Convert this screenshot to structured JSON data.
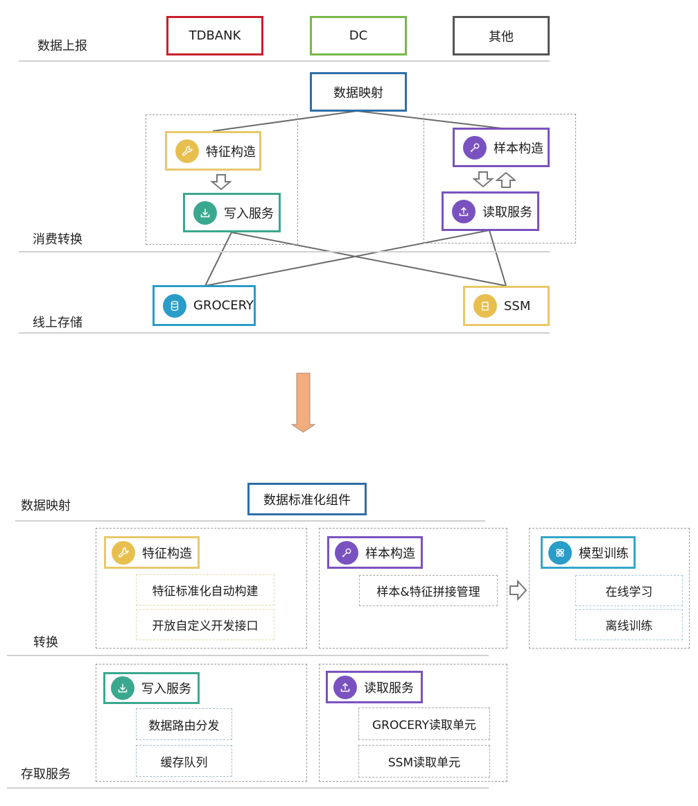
{
  "colors": {
    "tdbank": "#c8202a",
    "dc": "#78b84a",
    "other": "#555555",
    "mapping": "#2f6ea8",
    "feature": "#e8c86a",
    "feature_icon": "#e8bf4e",
    "write": "#3aa88e",
    "write_icon": "#3aa88e",
    "sample": "#7a52c0",
    "sample_icon": "#7a52c0",
    "grocery": "#2a9cc8",
    "grocery_icon": "#2a9cc8",
    "ssm": "#e8c86a",
    "ssm_icon": "#e8bf4e",
    "model": "#35a6c8",
    "model_icon": "#2a9cc8",
    "arrow_fill": "#f2ad7e",
    "arrow_stroke": "#b08870",
    "connector": "#6a6a6a"
  },
  "top": {
    "rows": {
      "report": "数据上报",
      "consume": "消费转换",
      "storage": "线上存储"
    },
    "sources": {
      "tdbank": "TDBANK",
      "dc": "DC",
      "other": "其他"
    },
    "mapping": "数据映射",
    "feature": {
      "label": "特征构造",
      "icon": "wrench-icon"
    },
    "write": {
      "label": "写入服务",
      "icon": "download-icon"
    },
    "sample": {
      "label": "样本构造",
      "icon": "shovel-icon"
    },
    "read": {
      "label": "读取服务",
      "icon": "upload-icon"
    },
    "grocery": {
      "label": "GROCERY",
      "icon": "database-icon"
    },
    "ssm": {
      "label": "SSM",
      "icon": "memory-icon"
    }
  },
  "bottom": {
    "rows": {
      "mapping": "数据映射",
      "transform": "转换",
      "access": "存取服务"
    },
    "standardization": "数据标准化组件",
    "feature": {
      "label": "特征构造",
      "icon": "wrench-icon",
      "items": [
        "特征标准化自动构建",
        "开放自定义开发接口"
      ]
    },
    "sample": {
      "label": "样本构造",
      "icon": "shovel-icon",
      "items": [
        "样本&特征拼接管理"
      ]
    },
    "model": {
      "label": "模型训练",
      "icon": "atom-icon",
      "items": [
        "在线学习",
        "离线训练"
      ]
    },
    "write": {
      "label": "写入服务",
      "icon": "download-icon",
      "items": [
        "数据路由分发",
        "缓存队列"
      ]
    },
    "read": {
      "label": "读取服务",
      "icon": "upload-icon",
      "items": [
        "GROCERY读取单元",
        "SSM读取单元"
      ]
    }
  }
}
